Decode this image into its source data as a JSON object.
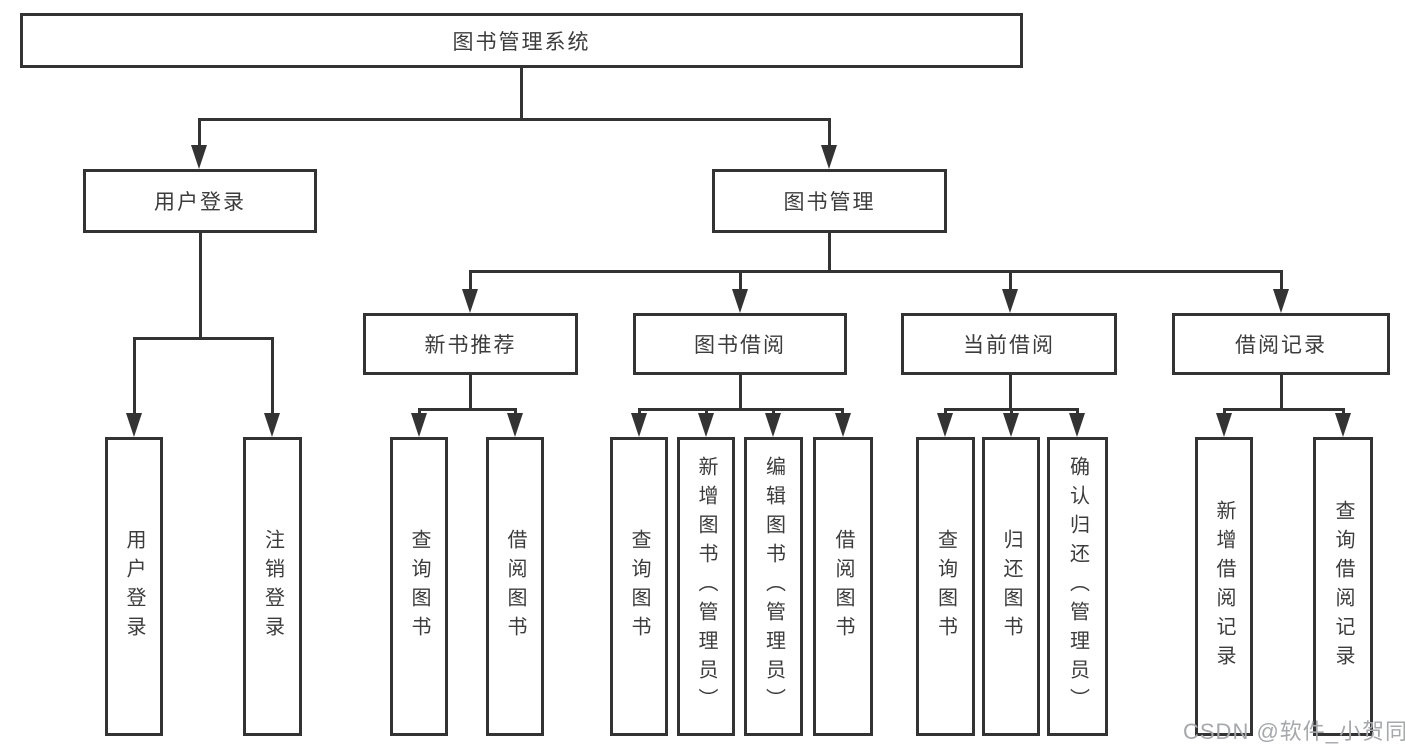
{
  "nodes": {
    "root": "图书管理系统",
    "user_login": "用户登录",
    "book_mgmt": "图书管理",
    "new_book_rec": "新书推荐",
    "book_borrow": "图书借阅",
    "current_borrow": "当前借阅",
    "borrow_record": "借阅记录",
    "leaf_user_login": "用户登录",
    "leaf_logout": "注销登录",
    "leaf_nb_query": "查询图书",
    "leaf_nb_borrow": "借阅图书",
    "leaf_bb_query": "查询图书",
    "leaf_bb_add": "新增图书（管理员）",
    "leaf_bb_edit": "编辑图书（管理员）",
    "leaf_bb_borrow": "借阅图书",
    "leaf_cb_query": "查询图书",
    "leaf_cb_return": "归还图书",
    "leaf_cb_confirm": "确认归还（管理员）",
    "leaf_br_add": "新增借阅记录",
    "leaf_br_query": "查询借阅记录"
  },
  "watermark": "CSDN @软件_小贺同学",
  "colors": {
    "line": "#333333",
    "text": "#3c3c3c",
    "watermark": "#a6a8ac",
    "bg": "#ffffff"
  }
}
